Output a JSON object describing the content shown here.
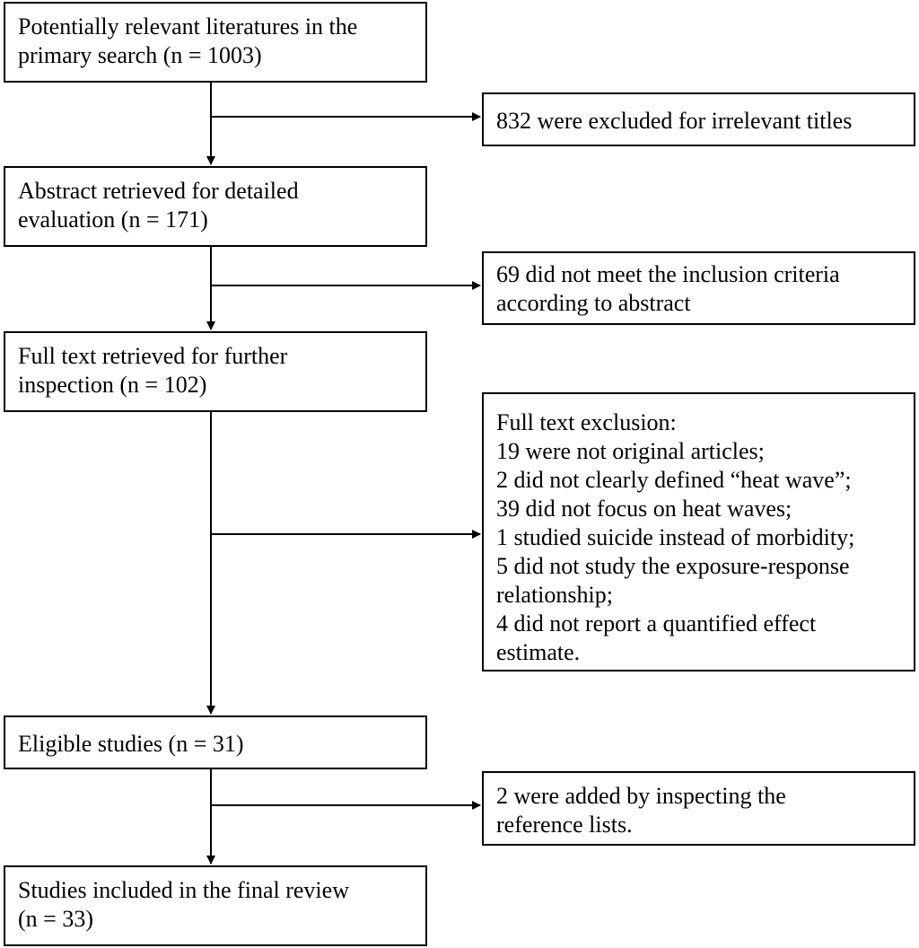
{
  "main_flow": {
    "identification": {
      "lines": [
        "Potentially relevant literatures in the",
        "primary search (n = 1003)"
      ]
    },
    "screening": {
      "lines": [
        "Abstract retrieved for detailed",
        "evaluation (n = 171)"
      ]
    },
    "full_text": {
      "lines": [
        "Full text retrieved for further",
        "inspection (n = 102)"
      ]
    },
    "eligible": {
      "lines": [
        "Eligible studies (n = 31)"
      ]
    },
    "included": {
      "lines": [
        "Studies included in the final review",
        "(n = 33)"
      ]
    }
  },
  "side_notes": {
    "title_exclusion": {
      "lines": [
        "832 were excluded for irrelevant titles"
      ]
    },
    "abstract_exclusion": {
      "lines": [
        "69 did not meet the inclusion criteria",
        "according to abstract"
      ]
    },
    "full_text_exclusion": {
      "lines": [
        "Full text exclusion:",
        "19 were not original articles;",
        "2 did not clearly defined “heat wave”;",
        "39 did not focus on heat waves;",
        "1 studied suicide instead of morbidity;",
        "5 did not study the exposure-response",
        "relationship;",
        "4 did not report a quantified effect",
        "estimate."
      ]
    },
    "reference_addition": {
      "lines": [
        "2 were added by inspecting the",
        "reference lists."
      ]
    }
  }
}
